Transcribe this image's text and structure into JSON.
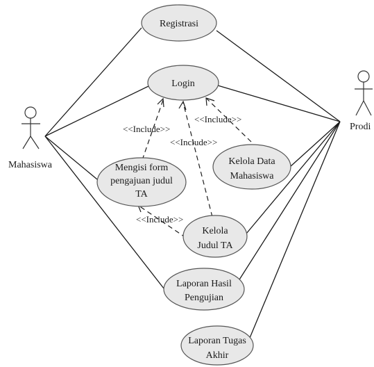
{
  "actors": {
    "mahasiswa": "Mahasiswa",
    "prodi": "Prodi"
  },
  "use_cases": {
    "registrasi": [
      "Registrasi"
    ],
    "login": [
      "Login"
    ],
    "mengisi_form": [
      "Mengisi form",
      "pengajuan judul",
      "TA"
    ],
    "kelola_data": [
      "Kelola Data",
      "Mahasiswa"
    ],
    "kelola_judul": [
      "Kelola",
      "Judul TA"
    ],
    "laporan_hasil": [
      "Laporan Hasil",
      "Pengujian"
    ],
    "laporan_tugas": [
      "Laporan Tugas",
      "Akhir"
    ]
  },
  "relations": {
    "include_label": "<<Include>>"
  }
}
